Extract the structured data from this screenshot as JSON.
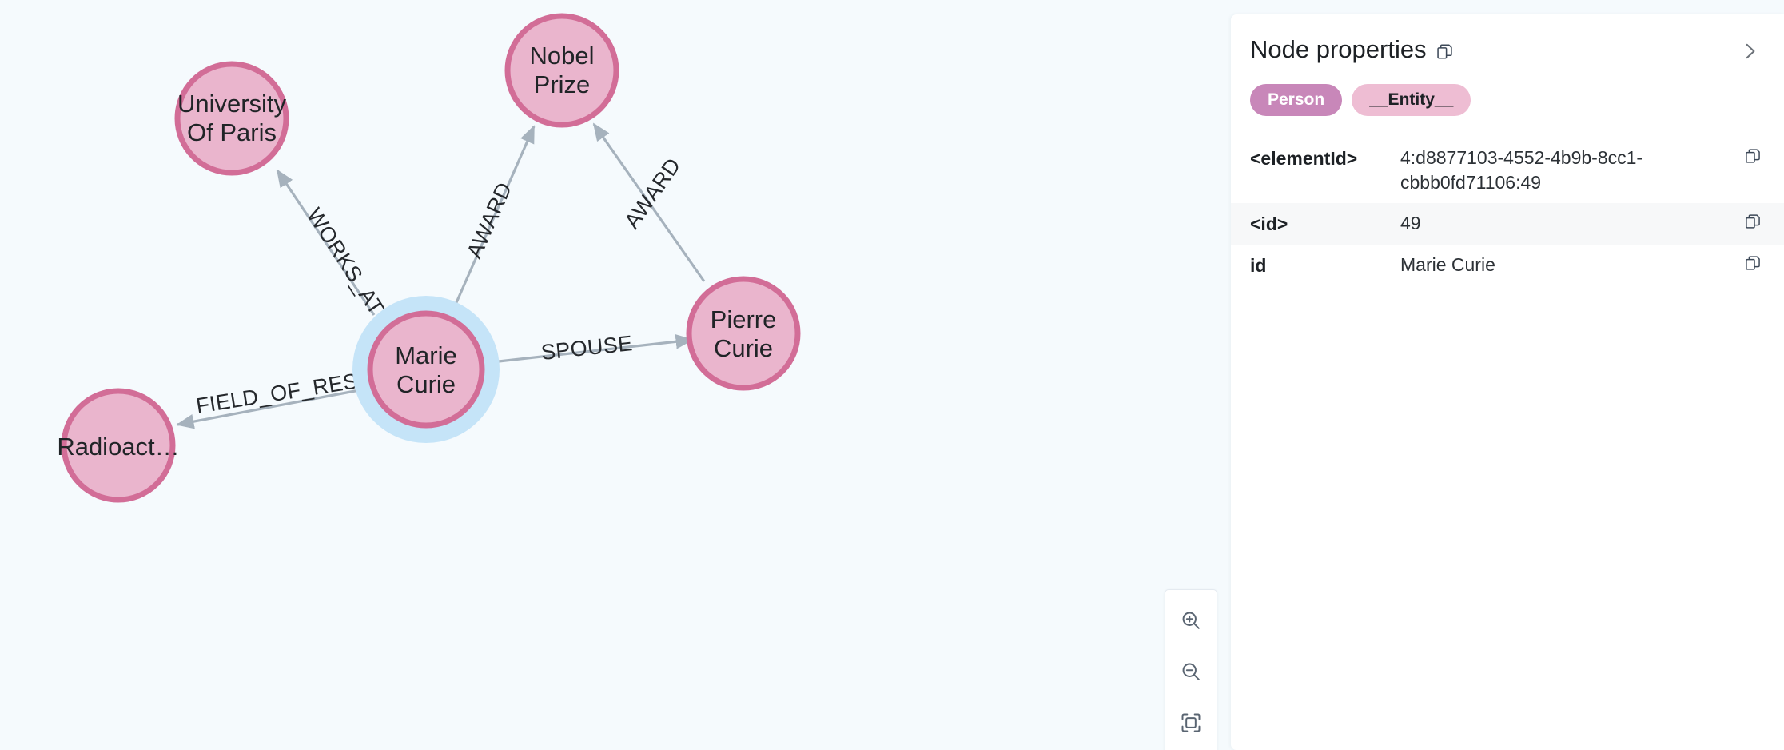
{
  "graph": {
    "background_color": "#f5fafd",
    "node_fill": "#eab5cd",
    "node_stroke": "#d26d97",
    "selection_halo_color": "#c5e4f8",
    "edge_color": "#a6b2bd",
    "nodes": [
      {
        "id": "university-of-paris",
        "label_line1": "University",
        "label_line2": "Of Paris",
        "selected": false
      },
      {
        "id": "nobel-prize",
        "label_line1": "Nobel",
        "label_line2": "Prize",
        "selected": false
      },
      {
        "id": "marie-curie",
        "label_line1": "Marie",
        "label_line2": "Curie",
        "selected": true
      },
      {
        "id": "pierre-curie",
        "label_line1": "Pierre",
        "label_line2": "Curie",
        "selected": false
      },
      {
        "id": "radioactivity",
        "label_line1": "Radioact…",
        "label_line2": "",
        "selected": false
      }
    ],
    "edges": [
      {
        "id": "works-at",
        "label": "WORKS_AT",
        "source": "marie-curie",
        "target": "university-of-paris"
      },
      {
        "id": "award-marie",
        "label": "AWARD",
        "source": "marie-curie",
        "target": "nobel-prize"
      },
      {
        "id": "award-pierre",
        "label": "AWARD",
        "source": "pierre-curie",
        "target": "nobel-prize"
      },
      {
        "id": "spouse",
        "label": "SPOUSE",
        "source": "marie-curie",
        "target": "pierre-curie"
      },
      {
        "id": "field-of-research",
        "label": "FIELD_OF_RESEA…",
        "source": "marie-curie",
        "target": "radioactivity"
      }
    ]
  },
  "zoom_controls": {
    "zoom_in_icon": "magnifier-plus-icon",
    "zoom_out_icon": "magnifier-minus-icon",
    "fit_icon": "fit-to-screen-icon"
  },
  "panel": {
    "title": "Node properties",
    "title_copy_icon": "copy-icon",
    "collapse_icon": "chevron-right-icon",
    "chips": [
      {
        "label": "Person",
        "background": "#c887b9",
        "color": "#ffffff"
      },
      {
        "label": "__Entity__",
        "background": "#eebdd3",
        "color": "#1d2125"
      }
    ],
    "properties": [
      {
        "key": "<elementId>",
        "value": "4:d8877103-4552-4b9b-8cc1-cbbb0fd71106:49"
      },
      {
        "key": "<id>",
        "value": "49"
      },
      {
        "key": "id",
        "value": "Marie Curie"
      }
    ]
  }
}
